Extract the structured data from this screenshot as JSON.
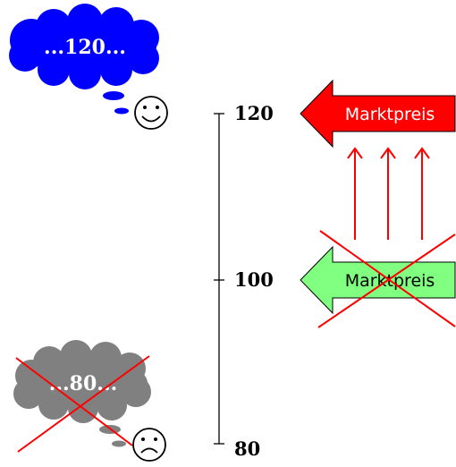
{
  "scale": {
    "ticks": [
      {
        "id": "120",
        "label": "120"
      },
      {
        "id": "100",
        "label": "100"
      },
      {
        "id": "80",
        "label": "80"
      }
    ]
  },
  "thought_high": {
    "text": "...120...",
    "color": "#0000ff",
    "text_color": "#ffffff",
    "face": "happy-face",
    "crossed": false
  },
  "thought_low": {
    "text": "...80...",
    "color": "#808080",
    "text_color": "#ffffff",
    "face": "sad-face",
    "crossed": true
  },
  "price_new": {
    "label": "Marktpreis",
    "color": "#ff0000",
    "text_color": "#ffffff",
    "crossed": false
  },
  "price_old": {
    "label": "Marktpreis",
    "color": "#80ff80",
    "text_color": "#000000",
    "crossed": true
  },
  "shift_arrows": {
    "count": 3,
    "color": "#ff0000",
    "direction": "up"
  },
  "cross_color": "#ff0000"
}
